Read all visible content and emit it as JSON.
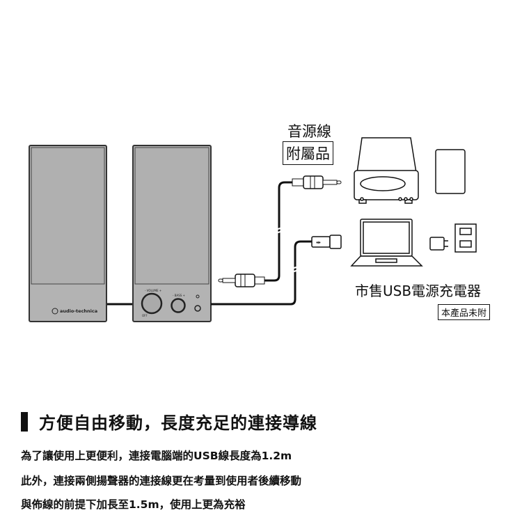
{
  "labels": {
    "audio_cable": "音源線",
    "included": "附屬品",
    "usb_charger": "市售USB電源充電器",
    "not_included": "本產品未附"
  },
  "speaker": {
    "brand": "audio-technica",
    "volume": "- VOLUME +",
    "bass": "- BASS +",
    "off": "OFF"
  },
  "section": {
    "heading": "方便自由移動，長度充足的連接導線",
    "lines": [
      "為了讓使用上更便利，連接電腦端的USB線長度為1.2m",
      "此外，連接兩側揚聲器的連接線更在考量到使用者後續移動",
      "與佈線的前提下加長至1.5m，使用上更為充裕"
    ]
  },
  "colors": {
    "speaker_gray": "#b3b3b3",
    "line": "#222222"
  }
}
